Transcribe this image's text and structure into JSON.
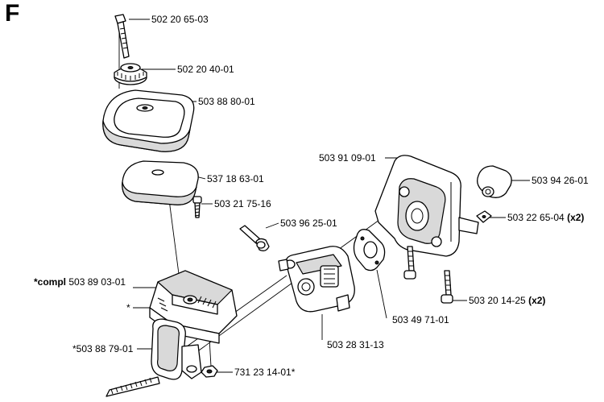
{
  "section": "F",
  "labels": {
    "screw_top": "502 20 65-03",
    "knob": "502 20 40-01",
    "cover": "503 88 80-01",
    "filter": "537 18 63-01",
    "bolt_small": "503 21 75-16",
    "link_rod": "503 96 25-01",
    "compl_prefix": "*compl",
    "compl_num": "503 89 03-01",
    "star": "*",
    "grip": "*503 88 79-01",
    "nut_bottom": "731 23 14-01*",
    "carb": "503 28 31-13",
    "gasket": "503 49 71-01",
    "bracket": "503 91 09-01",
    "boot": "503 94 26-01",
    "washer": "503 22 65-04",
    "washer_qty": "(x2)",
    "screw_right": "503 20 14-25",
    "screw_right_qty": "(x2)"
  }
}
